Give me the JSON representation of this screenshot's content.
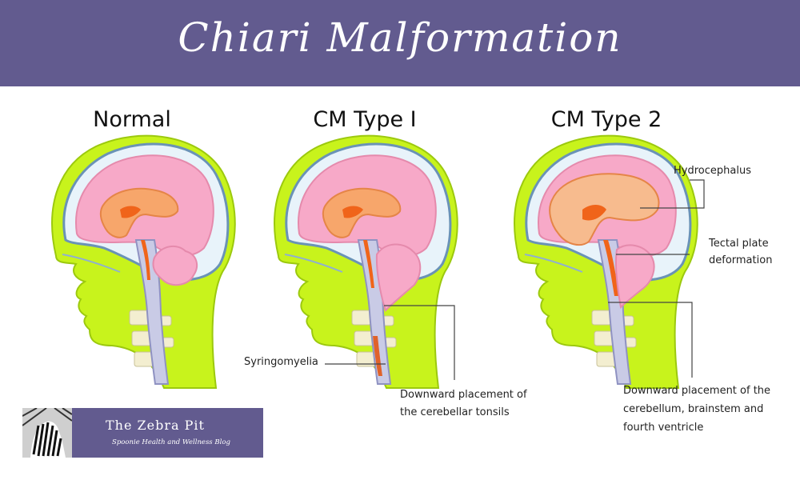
{
  "header": {
    "title": "Chiari Malformation"
  },
  "panels": [
    {
      "title": "Normal"
    },
    {
      "title": "CM Type I"
    },
    {
      "title": "CM Type 2"
    }
  ],
  "annotations": {
    "syringomyelia": "Syringomyelia",
    "tonsils_line1": "Downward placement of",
    "tonsils_line2": "the cerebellar tonsils",
    "hydrocephalus": "Hydrocephalus",
    "tectal_line1": "Tectal plate",
    "tectal_line2": "deformation",
    "cerebellum_line1": "Downward placement of the",
    "cerebellum_line2": "cerebellum, brainstem and",
    "cerebellum_line3": "fourth ventricle"
  },
  "blog": {
    "name": "The Zebra Pit",
    "tagline": "Spoonie Health and Wellness Blog"
  },
  "colors": {
    "banner": "#625b8f",
    "skin": "#c8f31c",
    "brain": "#f7a9c8",
    "ventricle": "#f7a66b",
    "ventricle_dark": "#f0641a",
    "brainstem": "#c9cbe6",
    "skull": "#e8f3fa"
  }
}
